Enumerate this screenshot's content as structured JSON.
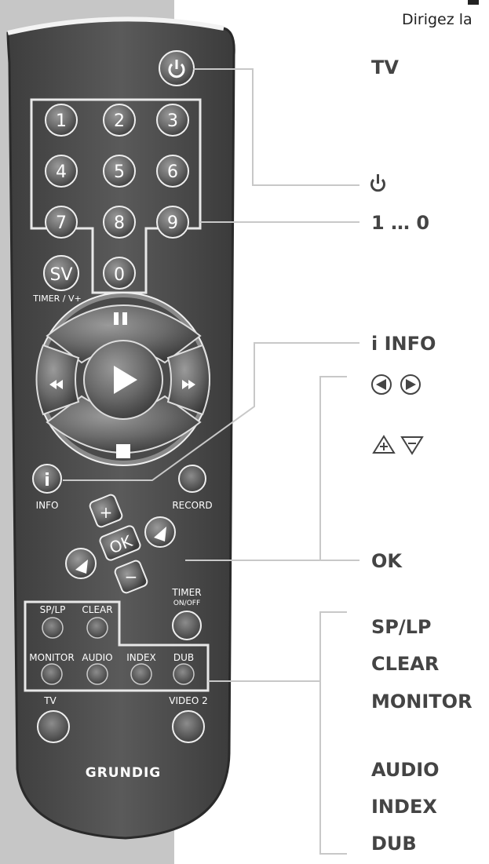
{
  "header": {
    "text": "Dirigez la"
  },
  "remote": {
    "numbers": [
      "1",
      "2",
      "3",
      "4",
      "5",
      "6",
      "7",
      "8",
      "9"
    ],
    "zero": "0",
    "sv": "SV",
    "timer_v": "TIMER / V+",
    "info_btn": "INFO",
    "record_btn": "RECORD",
    "ok": "OK",
    "plus": "+",
    "minus": "−",
    "info_glyph": "i",
    "timer_onoff_1": "TIMER",
    "timer_onoff_2": "ON/OFF",
    "sp_lp": "SP/LP",
    "clear": "CLEAR",
    "monitor": "MONITOR",
    "audio": "AUDIO",
    "index": "INDEX",
    "dub": "DUB",
    "tv": "TV",
    "video2": "VIDEO 2",
    "brand": "GRUNDIG"
  },
  "labels": {
    "tv": "TV",
    "power_icon": "power-icon",
    "numbers": "1 … 0",
    "info": "i INFO",
    "arrows_lr": "left-right-arrows-icon",
    "arrows_ud": "plus-minus-triangles-icon",
    "ok": "OK",
    "sp_lp": "SP/LP",
    "clear": "CLEAR",
    "monitor": "MONITOR",
    "audio": "AUDIO",
    "index": "INDEX",
    "dub": "DUB"
  }
}
